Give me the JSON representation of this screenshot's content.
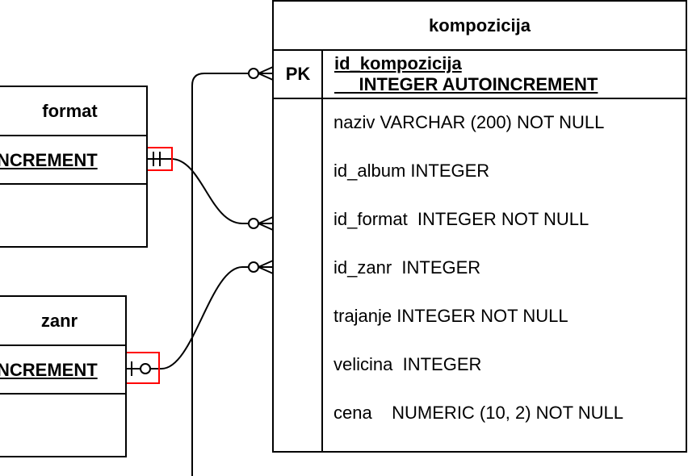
{
  "diagram": {
    "type": "ER diagram",
    "highlight_color": "#ff0000",
    "tables": {
      "kompozicija": {
        "title": "kompozicija",
        "pk_label": "PK",
        "pk_field_name": "id_kompozicija",
        "pk_field_type": "     INTEGER AUTOINCREMENT",
        "attributes": [
          "naziv VARCHAR (200) NOT NULL",
          "id_album INTEGER",
          "id_format  INTEGER NOT NULL",
          "id_zanr  INTEGER",
          "trajanje INTEGER NOT NULL",
          "velicina  INTEGER",
          "cena    NUMERIC (10, 2) NOT NULL"
        ]
      },
      "format": {
        "title": "format",
        "pk_field_visible": "NCREMENT"
      },
      "zanr": {
        "title": "zanr",
        "pk_field_visible": "NCREMENT"
      }
    },
    "relationships": [
      {
        "from": "format",
        "to": "kompozicija.id_format",
        "from_cardinality": "one-and-only-one",
        "to_cardinality": "zero-or-many",
        "highlighted": true
      },
      {
        "from": "zanr",
        "to": "kompozicija.id_zanr",
        "from_cardinality": "zero-or-one",
        "to_cardinality": "zero-or-many",
        "highlighted": true
      },
      {
        "from": "offscreen",
        "to": "kompozicija.id_kompozicija",
        "to_cardinality": "zero-or-many",
        "highlighted": false
      }
    ]
  }
}
